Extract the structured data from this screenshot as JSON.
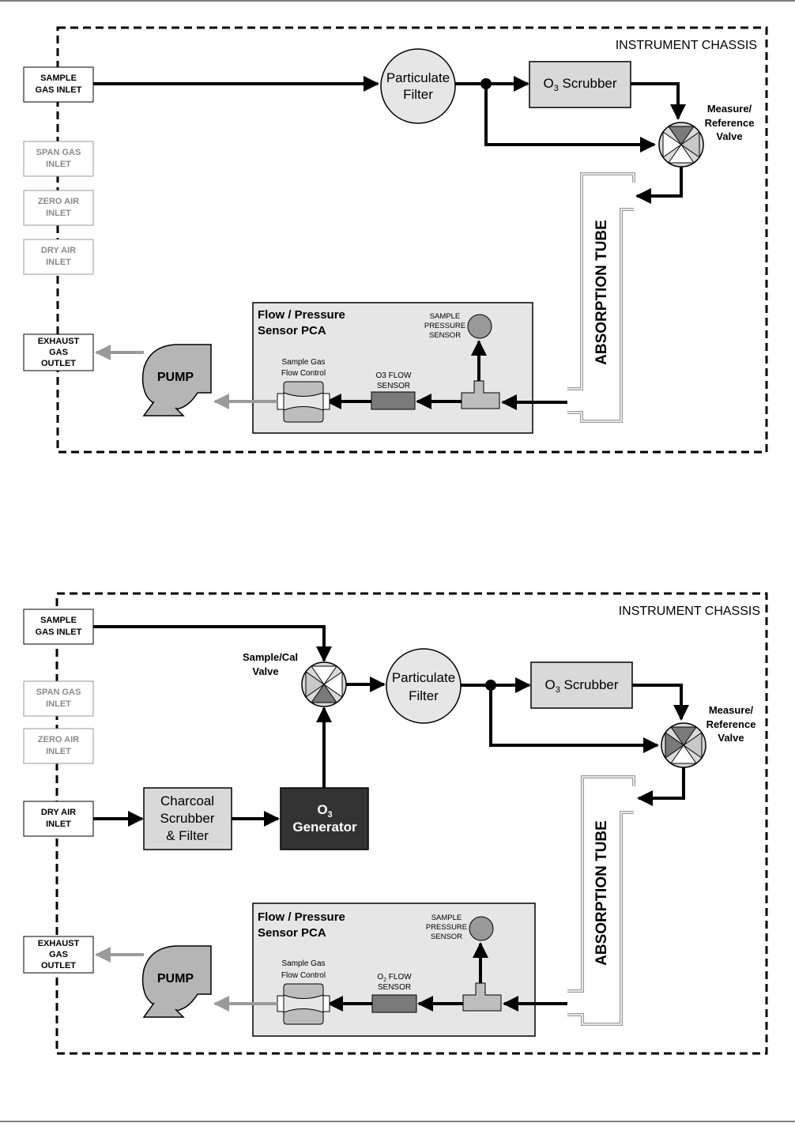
{
  "diagram1": {
    "chassis_label": "INSTRUMENT CHASSIS",
    "inlets": [
      {
        "lines": [
          "SAMPLE",
          "GAS INLET"
        ],
        "state": "active"
      },
      {
        "lines": [
          "SPAN GAS",
          "INLET"
        ],
        "state": "inactive"
      },
      {
        "lines": [
          "ZERO AIR",
          "INLET"
        ],
        "state": "inactive"
      },
      {
        "lines": [
          "DRY AIR",
          "INLET"
        ],
        "state": "inactive"
      }
    ],
    "exhaust": [
      "EXHAUST",
      "GAS",
      "OUTLET"
    ],
    "particulate_filter": [
      "Particulate",
      "Filter"
    ],
    "scrubber": {
      "pre": "O",
      "sub": "3",
      "post": " Scrubber"
    },
    "valve_label": [
      "Measure/",
      "Reference",
      "Valve"
    ],
    "absorption_tube": "ABSORPTION TUBE",
    "pca_label": [
      "Flow / Pressure",
      "Sensor PCA"
    ],
    "pressure_sensor": [
      "SAMPLE",
      "PRESSURE",
      "SENSOR"
    ],
    "flow_control": [
      "Sample Gas",
      "Flow Control"
    ],
    "flow_sensor": [
      "O3 FLOW",
      "SENSOR"
    ],
    "pump": "PUMP"
  },
  "diagram2": {
    "chassis_label": "INSTRUMENT CHASSIS",
    "inlets": [
      {
        "lines": [
          "SAMPLE",
          "GAS INLET"
        ],
        "state": "active"
      },
      {
        "lines": [
          "SPAN GAS",
          "INLET"
        ],
        "state": "inactive"
      },
      {
        "lines": [
          "ZERO AIR",
          "INLET"
        ],
        "state": "inactive"
      },
      {
        "lines": [
          "DRY AIR",
          "INLET"
        ],
        "state": "active"
      }
    ],
    "exhaust": [
      "EXHAUST",
      "GAS",
      "OUTLET"
    ],
    "sample_cal_valve": [
      "Sample/Cal",
      "Valve"
    ],
    "particulate_filter": [
      "Particulate",
      "Filter"
    ],
    "scrubber": {
      "pre": "O",
      "sub": "3",
      "post": " Scrubber"
    },
    "valve_label": [
      "Measure/",
      "Reference",
      "Valve"
    ],
    "charcoal_scrubber": [
      "Charcoal",
      "Scrubber",
      "& Filter"
    ],
    "generator": {
      "pre": "O",
      "sub": "3",
      "line2": "Generator"
    },
    "absorption_tube": "ABSORPTION TUBE",
    "pca_label": [
      "Flow / Pressure",
      "Sensor PCA"
    ],
    "pressure_sensor": [
      "SAMPLE",
      "PRESSURE",
      "SENSOR"
    ],
    "flow_control": [
      "Sample Gas",
      "Flow Control"
    ],
    "flow_sensor": {
      "pre": "O",
      "sub": "2",
      "post": " FLOW",
      "line2": "SENSOR"
    },
    "pump": "PUMP"
  },
  "colors": {
    "line": "#000000",
    "box_fill": "#d9d9d9",
    "pca_fill": "#e6e6e6",
    "generator_fill": "#333333",
    "inactive": "#8a8a8a",
    "exhaust_flow": "#9a9a9a",
    "tube_stroke": "#9a9a9a"
  },
  "icons": [
    "valve-icon",
    "pump-icon",
    "pressure-sensor-icon",
    "tee-fitting-icon",
    "flow-control-icon"
  ]
}
